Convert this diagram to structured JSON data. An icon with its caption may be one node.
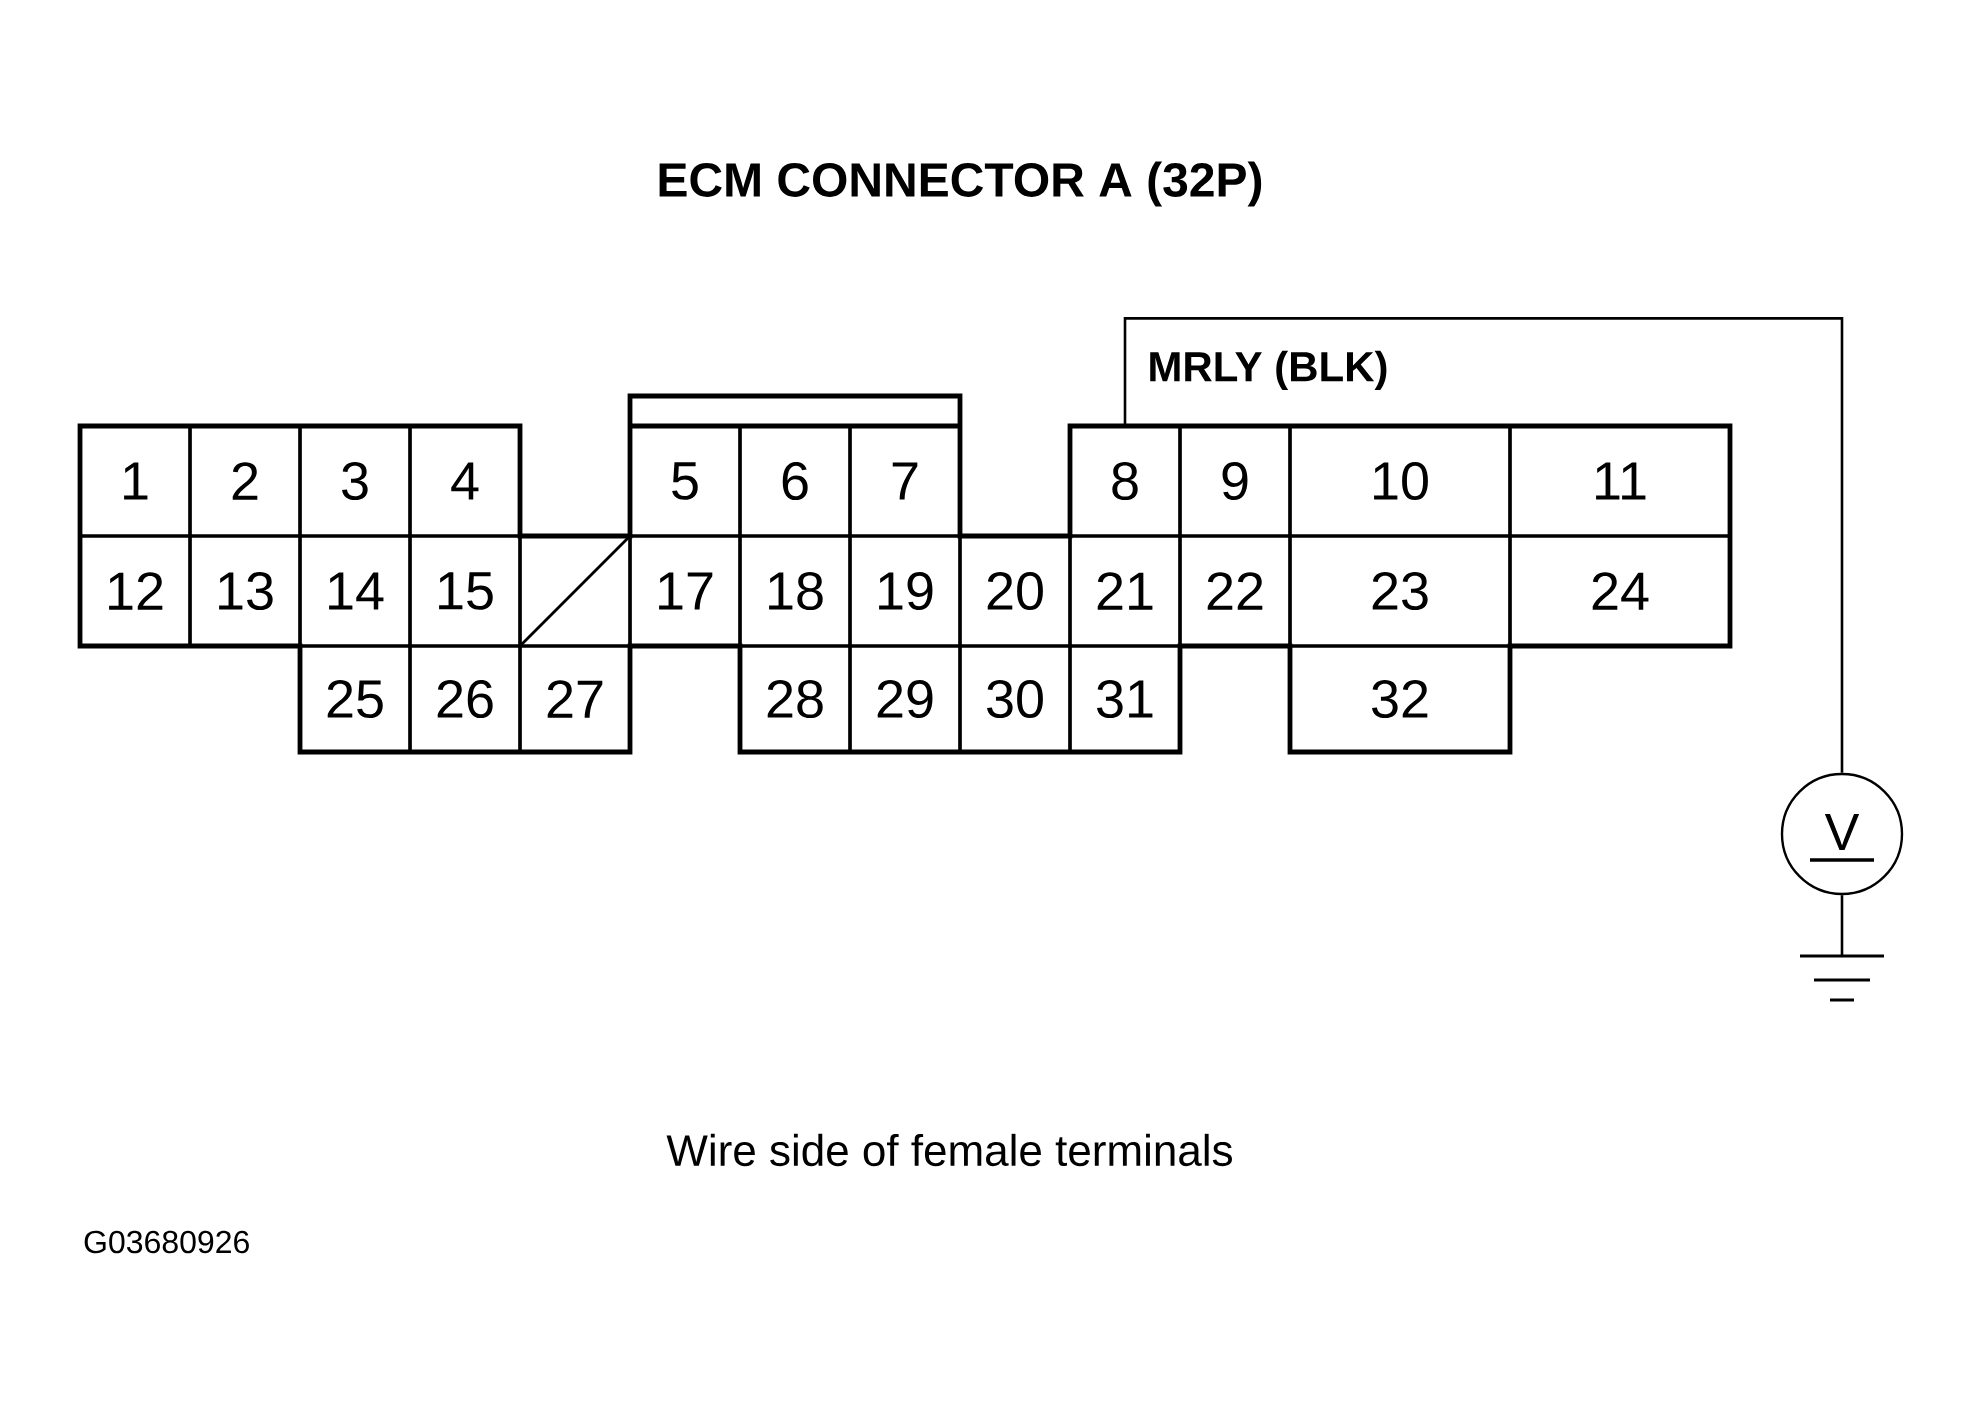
{
  "diagram": {
    "title": "ECM CONNECTOR A (32P)",
    "caption": "Wire side of female terminals",
    "nodes": [
      {
        "text": [
          "1"
        ]
      },
      {
        "text": [
          "2"
        ]
      },
      {
        "text": [
          "3"
        ]
      },
      {
        "text": [
          "4"
        ]
      },
      {
        "text": [
          "5"
        ]
      },
      {
        "text": [
          "6"
        ]
      },
      {
        "text": [
          "7"
        ]
      },
      {
        "text": [
          "8"
        ]
      },
      {
        "text": [
          "9"
        ]
      },
      {
        "text": [
          "10"
        ]
      },
      {
        "text": [
          "11"
        ]
      },
      {
        "text": [
          "12"
        ]
      },
      {
        "text": [
          "13"
        ]
      },
      {
        "text": [
          "14"
        ]
      },
      {
        "text": [
          "15"
        ]
      },
      {
        "text": [],
        "shape": "box"
      },
      {
        "text": [
          "17"
        ]
      },
      {
        "text": [
          "18"
        ]
      },
      {
        "text": [
          "19"
        ]
      },
      {
        "text": [
          "20"
        ]
      },
      {
        "text": [
          "21"
        ]
      },
      {
        "text": [
          "22"
        ]
      },
      {
        "text": [
          "23"
        ]
      },
      {
        "text": [
          "24"
        ]
      },
      {
        "text": [
          "25"
        ]
      },
      {
        "text": [
          "26"
        ]
      },
      {
        "text": [
          "27"
        ]
      },
      {
        "text": [
          "28"
        ]
      },
      {
        "text": [
          "29"
        ]
      },
      {
        "text": [
          "30"
        ]
      },
      {
        "text": [
          "31"
        ]
      },
      {
        "text": [
          "32"
        ]
      },
      {
        "text": [
          "V"
        ]
      },
      {
        "text": [],
        "shape": "ground"
      }
    ],
    "edges": [
      {
        "from": 7,
        "to": 32,
        "arrow": "none",
        "label": "MRLY (BLK)"
      },
      {
        "from": 32,
        "to": 33,
        "arrow": "none"
      }
    ],
    "labels": [
      "G03680926"
    ]
  }
}
